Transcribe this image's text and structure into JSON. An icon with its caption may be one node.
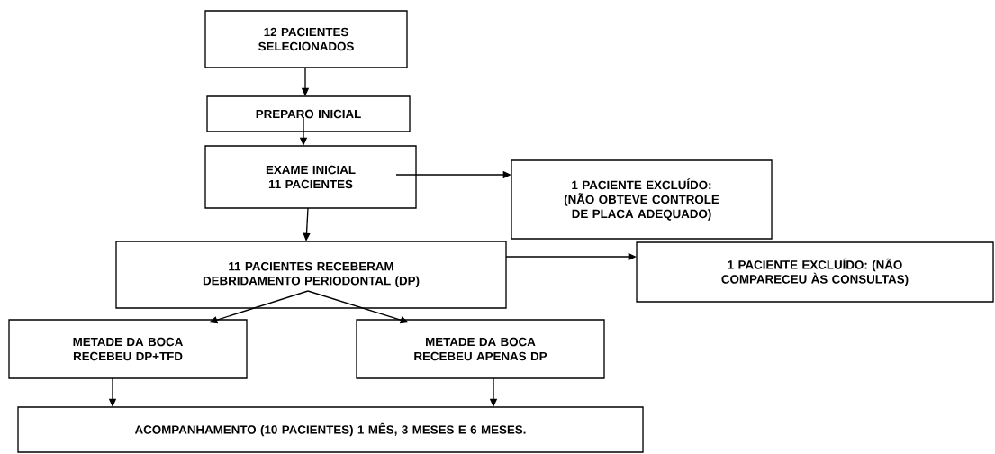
{
  "diagram": {
    "nodes": [
      {
        "text": [
          "12 PACIENTES SELECIONADOS"
        ]
      },
      {
        "text": [
          "PREPARO INICIAL"
        ]
      },
      {
        "text": [
          "EXAME INICIAL 11 PACIENTES"
        ]
      },
      {
        "text": [
          "1 PACIENTE EXCLUÍDO: (NÃO OBTEVE CONTROLE DE PLACA ADEQUADO)"
        ]
      },
      {
        "text": [
          "11 PACIENTES RECEBERAM DEBRIDAMENTO PERIODONTAL (DP)"
        ]
      },
      {
        "text": [
          "1 PACIENTE EXCLUÍDO: (NÃO COMPARECEU ÀS CONSULTAS)"
        ]
      },
      {
        "text": [
          "METADE DA BOCA RECEBEU DP+TFD"
        ]
      },
      {
        "text": [
          "METADE DA BOCA RECEBEU APENAS DP"
        ]
      },
      {
        "text": [
          "ACOMPANHAMENTO (10 PACIENTES) 1 MÊS, 3 MESES E 6 MESES."
        ]
      }
    ],
    "edges": [
      {
        "from": 0,
        "to": 1,
        "arrow": "to"
      },
      {
        "from": 1,
        "to": 2,
        "arrow": "to"
      },
      {
        "from": 2,
        "to": 3,
        "arrow": "to"
      },
      {
        "from": 2,
        "to": 4,
        "arrow": "to"
      },
      {
        "from": 4,
        "to": 5,
        "arrow": "to"
      },
      {
        "from": 4,
        "to": 6,
        "arrow": "to"
      },
      {
        "from": 4,
        "to": 7,
        "arrow": "to"
      },
      {
        "from": 6,
        "to": 8,
        "arrow": "to"
      },
      {
        "from": 7,
        "to": 8,
        "arrow": "to"
      }
    ]
  }
}
